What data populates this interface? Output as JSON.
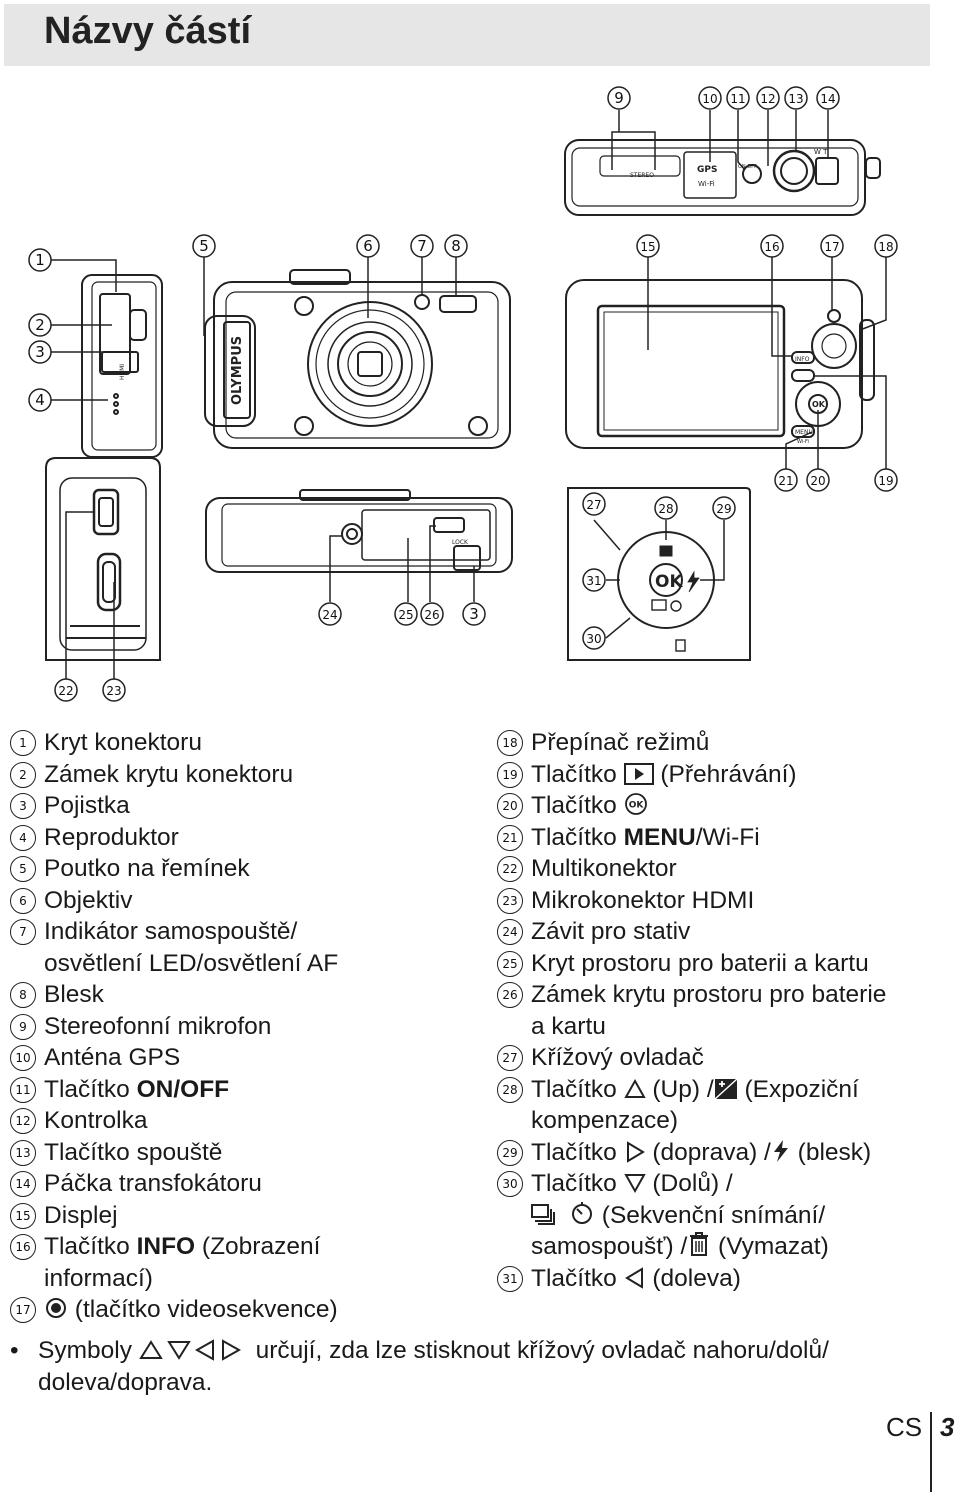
{
  "page": {
    "title": "Názvy částí",
    "lang": "CS",
    "page_number": "3"
  },
  "callouts": [
    "1",
    "2",
    "3",
    "4",
    "5",
    "6",
    "7",
    "8",
    "9",
    "10",
    "11",
    "12",
    "13",
    "14",
    "15",
    "16",
    "17",
    "18",
    "19",
    "20",
    "21",
    "22",
    "23",
    "24",
    "25",
    "26",
    "27",
    "28",
    "29",
    "30",
    "31"
  ],
  "camera_labels": {
    "top_stereo": "STEREO",
    "top_gps": "GPS",
    "top_wifi": "Wi-Fi",
    "top_onoff": "ON OFF",
    "top_zoom": "W T",
    "front_brand": "OLYMPUS",
    "side_hdmi": "HDMI",
    "back_info": "INFO",
    "back_menu": "MENU",
    "back_wifi": "Wi-Fi",
    "back_ok": "OK",
    "bottom_lock": "LOCK",
    "pad_ok": "OK"
  },
  "parts_left": [
    {
      "num": "1",
      "text": "Kryt konektoru"
    },
    {
      "num": "2",
      "text": "Zámek krytu konektoru"
    },
    {
      "num": "3",
      "text": "Pojistka"
    },
    {
      "num": "4",
      "text": "Reproduktor"
    },
    {
      "num": "5",
      "text": "Poutko na řemínek"
    },
    {
      "num": "6",
      "text": "Objektiv"
    },
    {
      "num": "7",
      "text": "Indikátor samospouště/",
      "text2": "osvětlení LED/osvětlení AF"
    },
    {
      "num": "8",
      "text": "Blesk"
    },
    {
      "num": "9",
      "text": "Stereofonní mikrofon"
    },
    {
      "num": "10",
      "text": "Anténa GPS"
    },
    {
      "num": "11",
      "prefix": "Tlačítko ",
      "bold": "ON/OFF"
    },
    {
      "num": "12",
      "text": "Kontrolka"
    },
    {
      "num": "13",
      "text": "Tlačítko spouště"
    },
    {
      "num": "14",
      "text": "Páčka transfokátoru"
    },
    {
      "num": "15",
      "text": "Displej"
    },
    {
      "num": "16",
      "prefix": "Tlačítko ",
      "bold": "INFO",
      "suffix": " (Zobrazení",
      "text2": "informací)"
    },
    {
      "num": "17",
      "suffix": " (tlačítko videosekvence)"
    }
  ],
  "parts_right": [
    {
      "num": "18",
      "text": "Přepínač režimů"
    },
    {
      "num": "19",
      "prefix": "Tlačítko ",
      "suffix": " (Přehrávání)"
    },
    {
      "num": "20",
      "prefix": "Tlačítko "
    },
    {
      "num": "21",
      "prefix": "Tlačítko ",
      "bold": "MENU",
      "suffix": "/Wi-Fi"
    },
    {
      "num": "22",
      "text": "Multikonektor"
    },
    {
      "num": "23",
      "text": "Mikrokonektor HDMI"
    },
    {
      "num": "24",
      "text": "Závit pro stativ"
    },
    {
      "num": "25",
      "text": "Kryt prostoru pro baterii a kartu"
    },
    {
      "num": "26",
      "text": "Zámek krytu prostoru pro baterie",
      "text2": "a kartu"
    },
    {
      "num": "27",
      "text": "Křížový ovladač"
    },
    {
      "num": "28",
      "prefix": "Tlačítko ",
      "mid": " (Up) /",
      "suffix": " (Expoziční",
      "text2": "kompenzace)"
    },
    {
      "num": "29",
      "prefix": "Tlačítko ",
      "mid": " (doprava) /",
      "suffix": " (blesk)"
    },
    {
      "num": "30",
      "prefix": "Tlačítko ",
      "mid": " (Dolů) /",
      "line2_suffix": " (Sekvenční snímání/",
      "line3_prefix": "samospoušť) /",
      "line3_suffix": " (Vymazat)"
    },
    {
      "num": "31",
      "prefix": "Tlačítko ",
      "suffix": " (doleva)"
    }
  ],
  "note": {
    "prefix": "Symboly ",
    "suffix": " určují, zda lze stisknout křížový ovladač nahoru/dolů/",
    "line2": "doleva/doprava."
  }
}
